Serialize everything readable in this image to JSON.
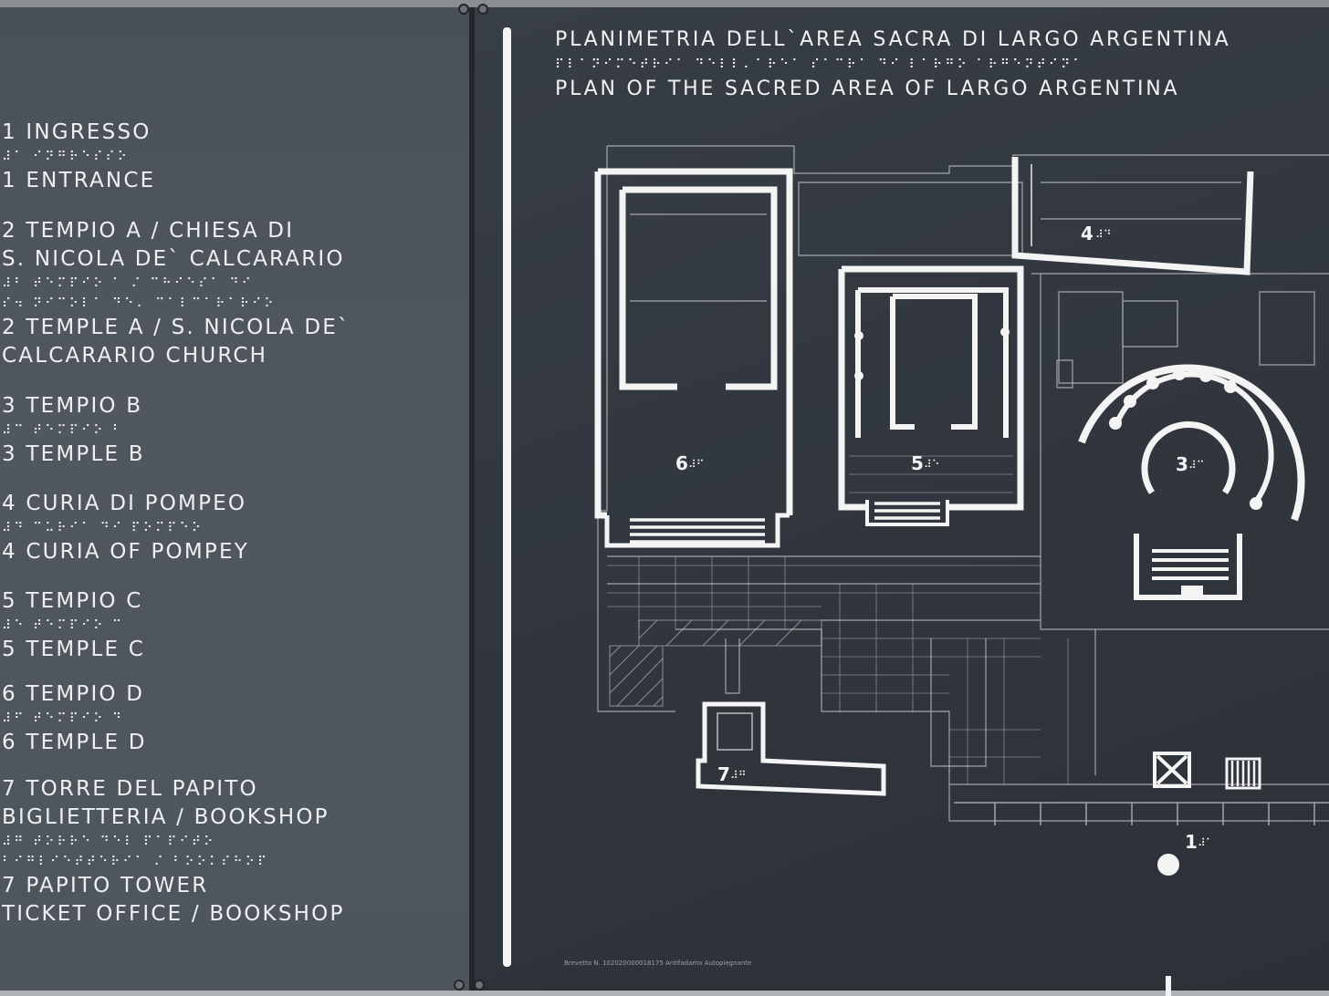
{
  "legend": [
    {
      "lines": [
        "1 INGRESSO"
      ],
      "braille": [
        "⠼⠁ ⠊⠝⠛⠗⠑⠎⠎⠕"
      ],
      "lines_en": [
        "1 ENTRANCE"
      ]
    },
    {
      "lines": [
        "2 TEMPIO A / CHIESA DI",
        "S. NICOLA DE` CALCARARIO"
      ],
      "braille": [
        "⠼⠃ ⠞⠑⠍⠏⠊⠕ ⠁ ⠌ ⠉⠓⠊⠑⠎⠁ ⠙⠊",
        "⠎⠲ ⠝⠊⠉⠕⠇⠁ ⠙⠑⠄ ⠉⠁⠇⠉⠁⠗⠁⠗⠊⠕"
      ],
      "lines_en": [
        "2 TEMPLE A / S. NICOLA DE`",
        "CALCARARIO CHURCH"
      ]
    },
    {
      "lines": [
        "3 TEMPIO B"
      ],
      "braille": [
        "⠼⠉ ⠞⠑⠍⠏⠊⠕ ⠃"
      ],
      "lines_en": [
        "3 TEMPLE B"
      ]
    },
    {
      "lines": [
        "4 CURIA DI POMPEO"
      ],
      "braille": [
        "⠼⠙ ⠉⠥⠗⠊⠁ ⠙⠊ ⠏⠕⠍⠏⠑⠕"
      ],
      "lines_en": [
        "4 CURIA OF POMPEY"
      ]
    },
    {
      "lines": [
        "5 TEMPIO C"
      ],
      "braille": [
        "⠼⠑ ⠞⠑⠍⠏⠊⠕ ⠉"
      ],
      "lines_en": [
        "5 TEMPLE C"
      ]
    },
    {
      "lines": [
        "6 TEMPIO D"
      ],
      "braille": [
        "⠼⠋ ⠞⠑⠍⠏⠊⠕ ⠙"
      ],
      "lines_en": [
        "6 TEMPLE D"
      ]
    },
    {
      "lines": [
        "7 TORRE DEL PAPITO",
        "BIGLIETTERIA / BOOKSHOP"
      ],
      "braille": [
        "⠼⠛ ⠞⠕⠗⠗⠑ ⠙⠑⠇ ⠏⠁⠏⠊⠞⠕",
        "⠃⠊⠛⠇⠊⠑⠞⠞⠑⠗⠊⠁ ⠌ ⠃⠕⠕⠅⠎⠓⠕⠏"
      ],
      "lines_en": [
        "7 PAPITO TOWER",
        "TICKET OFFICE / BOOKSHOP"
      ]
    }
  ],
  "title": {
    "it": "PLANIMETRIA DELL`AREA SACRA DI LARGO ARGENTINA",
    "braille": "⠏⠇⠁⠝⠊⠍⠑⠞⠗⠊⠁ ⠙⠑⠇⠇⠄⠁⠗⠑⠁ ⠎⠁⠉⠗⠁ ⠙⠊ ⠇⠁⠗⠛⠕ ⠁⠗⠛⠑⠝⠞⠊⠝⠁",
    "en": "PLAN OF THE SACRED AREA OF LARGO ARGENTINA"
  },
  "map_labels": [
    {
      "num": "1",
      "braille": "⠼⠁"
    },
    {
      "num": "3",
      "braille": "⠼⠉"
    },
    {
      "num": "4",
      "braille": "⠼⠙"
    },
    {
      "num": "5",
      "braille": "⠼⠑"
    },
    {
      "num": "6",
      "braille": "⠼⠋"
    },
    {
      "num": "7",
      "braille": "⠼⠛"
    }
  ],
  "fine_print": "Brevetto N. 102020000018175   Antifadamo Autopiegnante",
  "colors": {
    "line": "#f4f4f4",
    "faint": "#c8ccd0",
    "board": "#30353c"
  }
}
